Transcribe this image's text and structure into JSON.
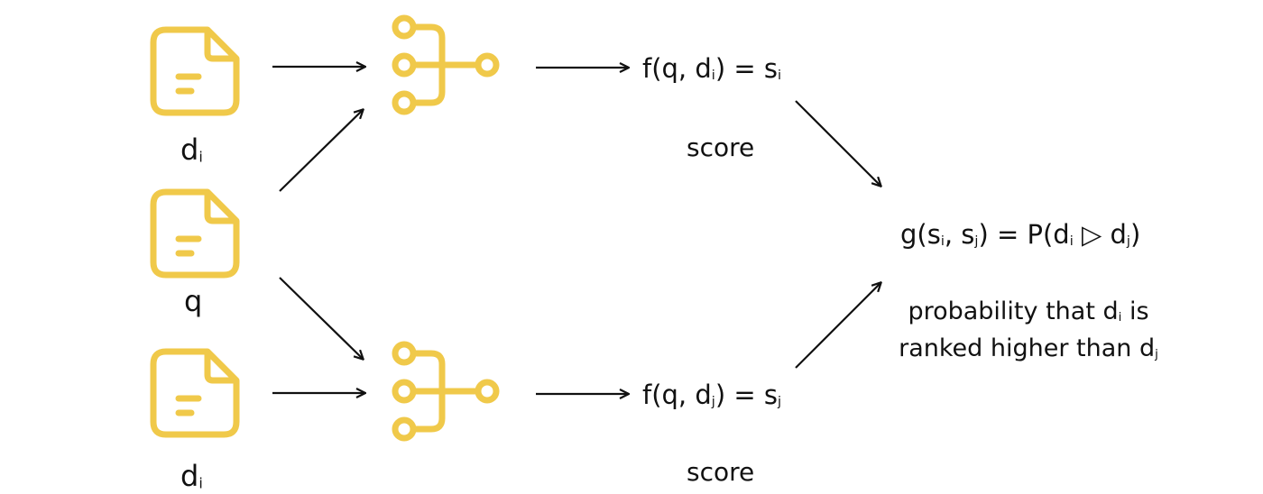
{
  "colors": {
    "icon": "#F0C94A",
    "arrow": "#111111",
    "text": "#111111"
  },
  "icons": {
    "document": "document-icon",
    "model": "merge-node-icon"
  },
  "documents": {
    "top": {
      "label": "d",
      "sub": "i"
    },
    "query": {
      "label": "q"
    },
    "bottom": {
      "label": "d",
      "sub": "i"
    }
  },
  "top_branch": {
    "formula_prefix": "f(q, d",
    "formula_sub": "i",
    "formula_mid": ") = s",
    "formula_sub2": "i",
    "score_label": "score"
  },
  "bottom_branch": {
    "formula_prefix": "f(q, d",
    "formula_sub": "j",
    "formula_mid": ") = s",
    "formula_sub2": "j",
    "score_label": "score"
  },
  "output": {
    "g_prefix": "g(s",
    "g_sub1": "i",
    "g_mid1": ", s",
    "g_sub2": "j",
    "g_mid2": ") = P(d",
    "g_sub3": "i",
    "g_mid3": " ▷ d",
    "g_sub4": "j",
    "g_end": ")",
    "note_line1_prefix": "probability that d",
    "note_line1_sub": "i",
    "note_line1_suffix": " is",
    "note_line2_prefix": "ranked higher than d",
    "note_line2_sub": "j"
  }
}
